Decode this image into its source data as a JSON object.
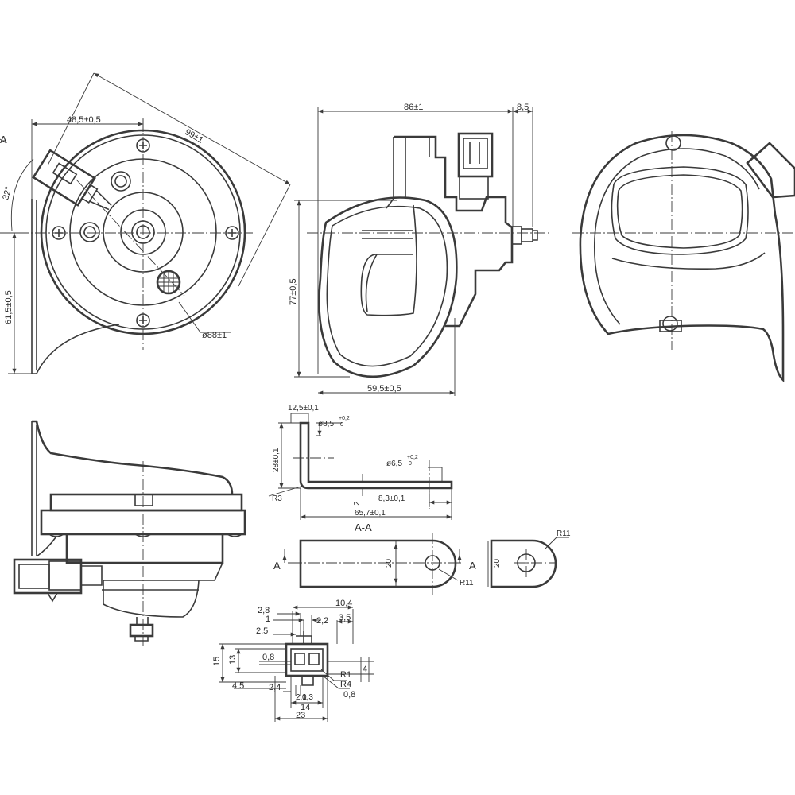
{
  "dims": {
    "front": {
      "w485": "48,5±0,5",
      "w99": "99±1",
      "ang": "32°",
      "h615": "61,5±0,5",
      "dia88": "ø88±1",
      "sect": "A"
    },
    "side": {
      "w86": "86±1",
      "w85": "8,5",
      "h77": "77±0,5",
      "w595": "59,5±0,5"
    },
    "bracket": {
      "t125": "12,5±0,1",
      "d85": "ø8,5",
      "d85tol": "+0,2",
      "d85tol0": "0",
      "h28": "28±0,1",
      "d65": "ø6,5",
      "d65tol": "+0,2",
      "d65tol0": "0",
      "r3": "R3",
      "t2": "2",
      "w83": "8,3±0,1",
      "w657": "65,7±0,1",
      "sect_aa": "A-A",
      "arrow_a_left": "A",
      "arrow_a_right": "A",
      "h20a": "20",
      "r11a": "R11",
      "h20b": "20",
      "r11b": "R11"
    },
    "connector": {
      "c104": "10,4",
      "c28": "2,8",
      "c1": "1",
      "c22": "2,2",
      "c35": "3,5",
      "c25": "2,5",
      "c15": "15",
      "c13": "13",
      "c08a": "0,8",
      "c45": "4,5",
      "c24": "2,4",
      "c21": "2,1",
      "c03": "0,3",
      "c14": "14",
      "c23": "23",
      "cR1": "R1",
      "cR4": "R4",
      "c4": "4",
      "c08b": "0,8"
    }
  }
}
